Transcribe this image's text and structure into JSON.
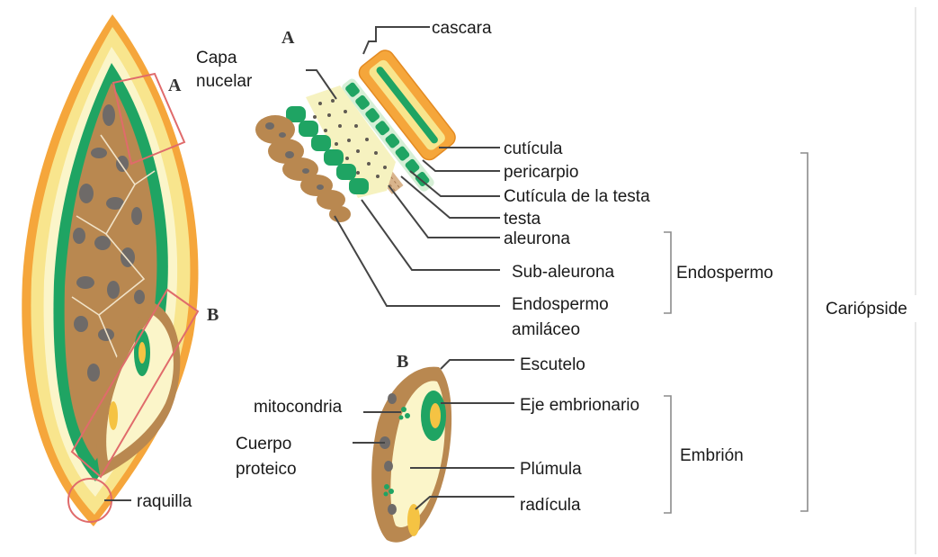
{
  "letters": {
    "grain_a": "A",
    "grain_b": "B",
    "detail_a": "A",
    "detail_b": "B"
  },
  "labels": {
    "capa_nucelar_1": "Capa",
    "capa_nucelar_2": "nucelar",
    "cascara": "cascara",
    "cuticula": "cutícula",
    "pericarpio": "pericarpio",
    "cuticula_testa": "Cutícula de la testa",
    "testa": "testa",
    "aleurona": "aleurona",
    "sub_aleurona": "Sub-aleurona",
    "endospermo_amilaceo_1": "Endospermo",
    "endospermo_amilaceo_2": "amiláceo",
    "endospermo_group": "Endospermo",
    "cariopside": "Cariópside",
    "escutelo": "Escutelo",
    "eje_embrionario": "Eje embrionario",
    "mitocondria": "mitocondria",
    "cuerpo_proteico_1": "Cuerpo",
    "cuerpo_proteico_2": "proteico",
    "plumula": "Plúmula",
    "radicula": "radícula",
    "embrion_group": "Embrión",
    "raquilla": "raquilla"
  },
  "colors": {
    "husk_orange": "#f2a33a",
    "husk_yellow": "#f7e48a",
    "pale_yellow": "#fbf6cc",
    "aleurone_green": "#1fa463",
    "endosperm_brown": "#b98850",
    "starch_gray": "#6e6a68",
    "highlight_red": "#e06b6b",
    "brace_gray": "#8c8c8c"
  }
}
